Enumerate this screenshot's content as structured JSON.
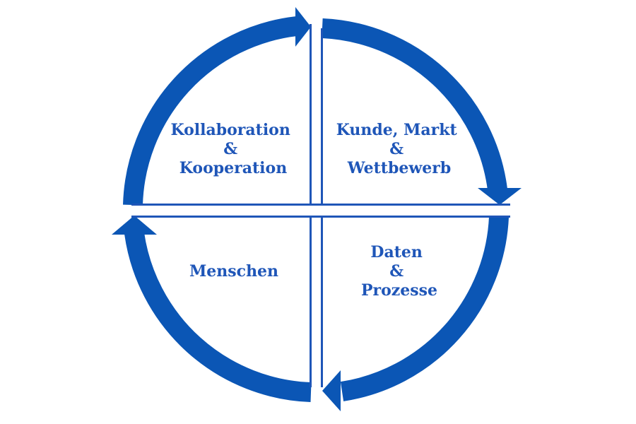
{
  "diagram": {
    "colors": {
      "arc": "#0b56b5",
      "text": "#1f56b8",
      "divider": "#1f56b8"
    },
    "quadrants": {
      "top_left": {
        "lines": [
          "Kollaboration",
          "&",
          "Kooperation"
        ]
      },
      "top_right": {
        "lines": [
          "Kunde, Markt",
          "&",
          "Wettbewerb"
        ]
      },
      "bottom_left": {
        "lines": [
          "Menschen"
        ]
      },
      "bottom_right": {
        "lines": [
          "Daten",
          "&",
          "Prozesse"
        ]
      }
    },
    "arrows": [
      {
        "name": "top-left-arrow",
        "direction": "clockwise-to-top"
      },
      {
        "name": "top-right-arrow",
        "direction": "clockwise-down"
      },
      {
        "name": "bottom-right-arrow",
        "direction": "clockwise-to-bottom"
      },
      {
        "name": "bottom-left-arrow",
        "direction": "clockwise-up"
      }
    ]
  }
}
